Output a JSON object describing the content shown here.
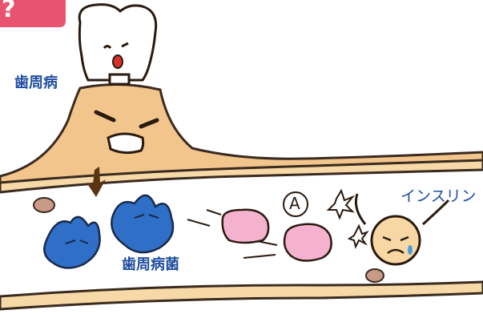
{
  "badge": {
    "text": "?"
  },
  "labels": {
    "periodontal_disease": "歯周病",
    "periodontal_bacteria": "歯周病菌",
    "insulin": "インスリン",
    "marker": "A"
  },
  "icons": [
    "tooth-icon",
    "gum-volcano-icon",
    "blood-vessel-icon",
    "bacteria-icon",
    "pink-attacker-icon",
    "insulin-character-icon",
    "arrow-down-icon"
  ],
  "colors": {
    "badge": "#e8546f",
    "label_text": "#1f4ea0",
    "gum": "#f2c58c",
    "vessel": "#f6d9a6",
    "bacteria": "#2f6fc8",
    "attacker": "#f4b2cf",
    "insulin_face": "#f7d7a4"
  }
}
